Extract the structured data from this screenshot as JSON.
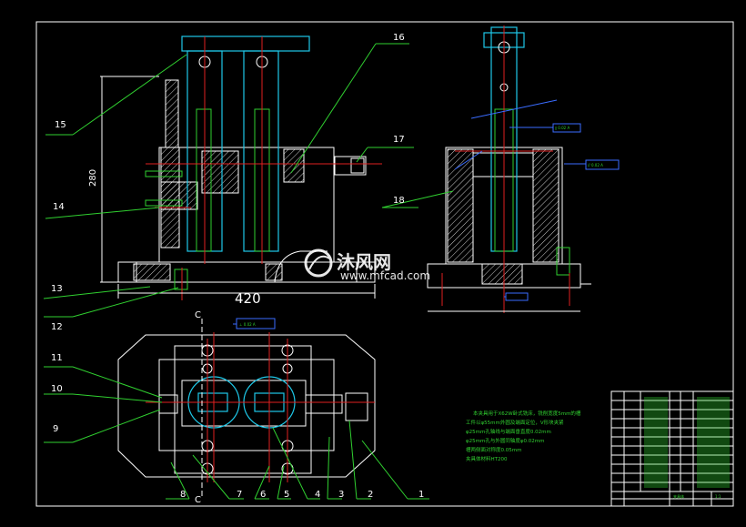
{
  "drawing": {
    "dimension_width": "420",
    "dimension_height": "280",
    "section_mark": "C",
    "tolerance_boxes": [
      "⊥ 0.02 A",
      "∥ 0.02 A",
      "// 0.02 A"
    ]
  },
  "part_numbers": [
    "1",
    "2",
    "3",
    "4",
    "5",
    "6",
    "7",
    "8",
    "9",
    "10",
    "11",
    "12",
    "13",
    "14",
    "15",
    "16",
    "17",
    "18"
  ],
  "watermark": {
    "brand": "沐风网",
    "url": "www.mfcad.com"
  },
  "notes": {
    "lines": [
      "本夹具用于X62W卧式铣床，铣削宽度5mm的槽",
      "工件以φ55mm外圆及端面定位，V形块夹紧",
      "φ25mm孔轴线与端面垂直度0.02mm",
      "φ25mm孔与外圆同轴度φ0.02mm",
      "槽两侧面对称度0.05mm",
      "夹具体材料HT200"
    ]
  },
  "title_block": {
    "label": "夹具体",
    "scale": "1:1"
  }
}
